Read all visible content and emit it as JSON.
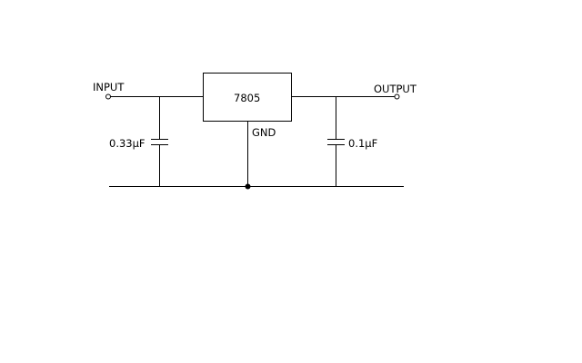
{
  "schematic": {
    "input_label": "INPUT",
    "output_label": "OUTPUT",
    "regulator_label": "7805",
    "ground_label": "GND",
    "input_cap_label": "0.33µF",
    "output_cap_label": "0.1µF"
  },
  "colors": {
    "line": "#000000",
    "background": "#ffffff"
  }
}
